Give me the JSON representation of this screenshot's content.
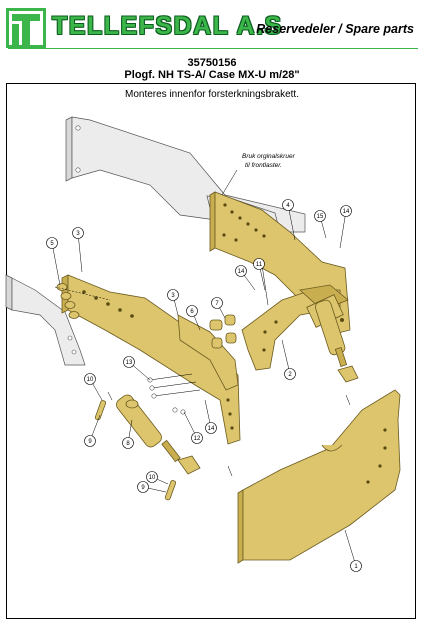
{
  "header": {
    "brand": "TELLEFSDAL A.S",
    "tagline": "Reservedeler / Spare parts",
    "accent_color": "#3cb54a"
  },
  "document": {
    "part_number": "35750156",
    "title": "Plogf. NH TS-A/ Case MX-U m/28\"",
    "note": "Monteres innenfor forsterkningsbrakett."
  },
  "annotation": {
    "line1": "Bruk orginalskruer",
    "line2": "til frontlaster."
  },
  "callouts": [
    "1",
    "2",
    "3",
    "3",
    "4",
    "5",
    "6",
    "7",
    "8",
    "9",
    "9",
    "10",
    "10",
    "11",
    "12",
    "13",
    "14",
    "14",
    "14",
    "15"
  ],
  "colors": {
    "part_fill": "#dcc56c",
    "part_stroke": "#6b5a1e",
    "ghost_fill": "#ececec"
  }
}
